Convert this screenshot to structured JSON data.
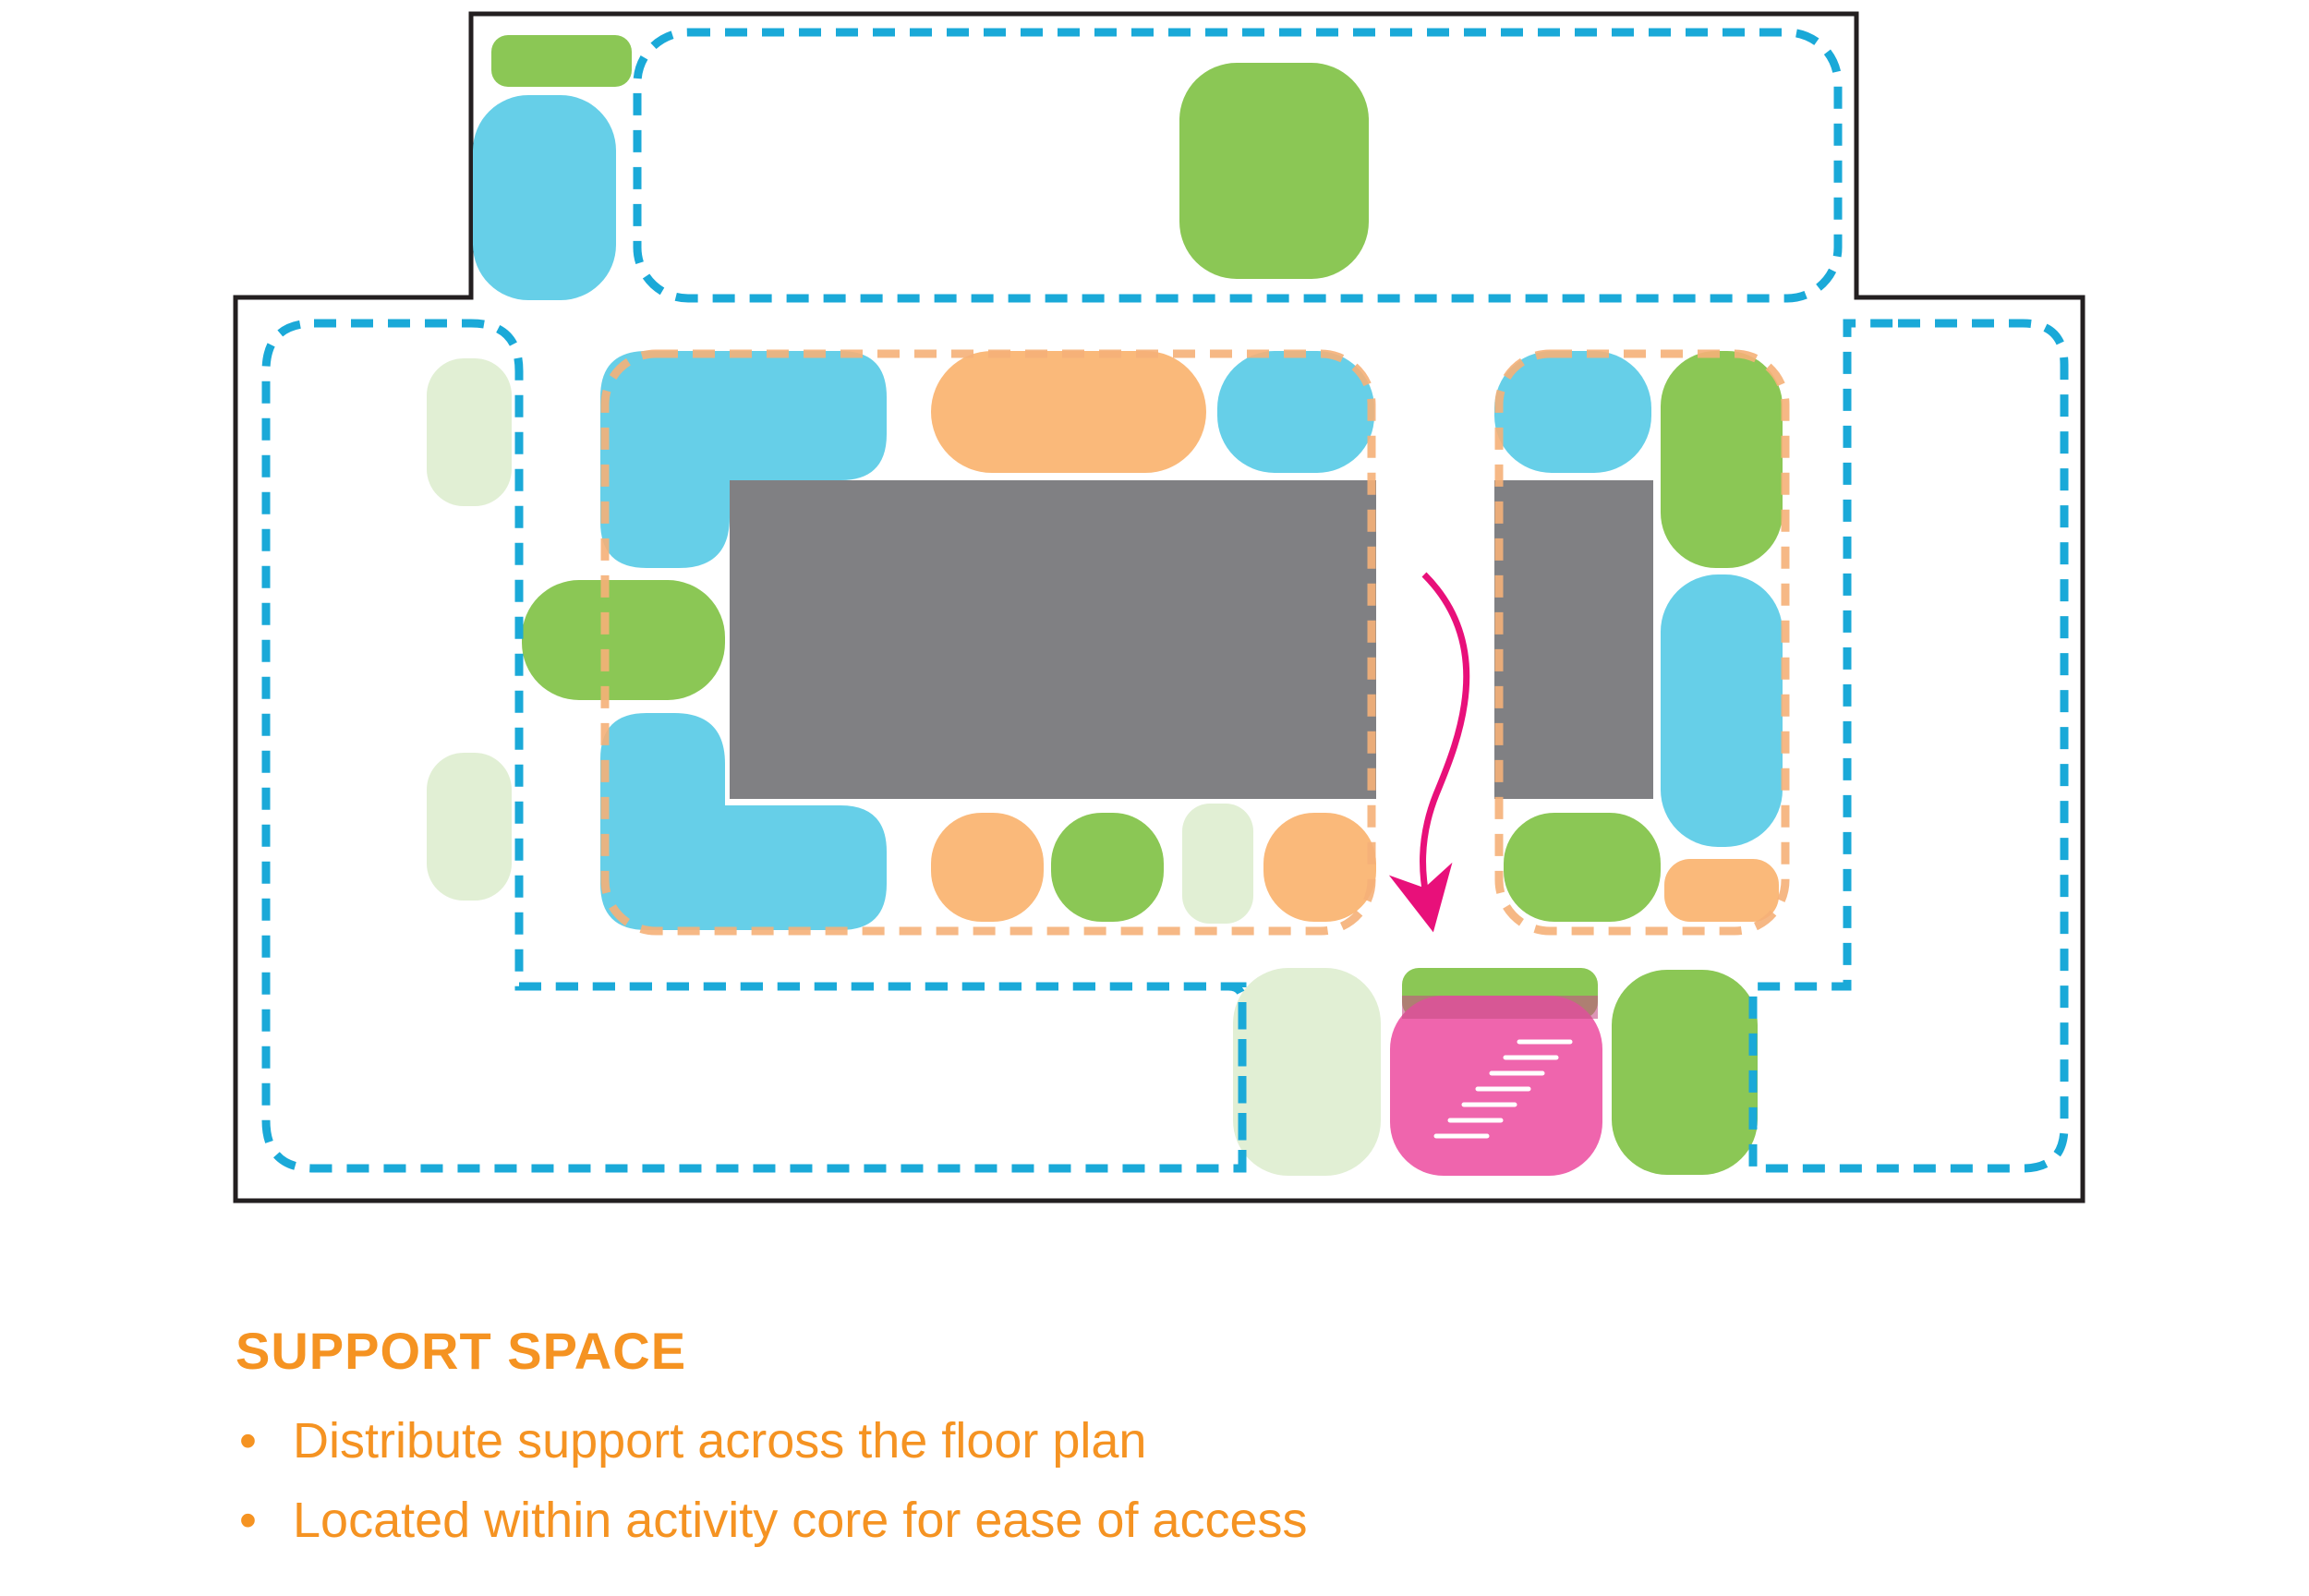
{
  "caption": {
    "title": "SUPPORT SPACE",
    "bullets": [
      "Distribute support across the floor plan",
      "Located within activity core for ease of access"
    ],
    "bullet_glyph": "•"
  },
  "colors": {
    "outline": "#231f20",
    "zone_dash_blue": "#1aa9d8",
    "core_dash_orange": "#f5b078",
    "blue_space": "#66cfe8",
    "green_space": "#8bc755",
    "light_green_space": "#e1efd4",
    "orange_space": "#fab97a",
    "grey_core": "#808083",
    "pink_stair": "#ef65ad",
    "arrow": "#e8107a",
    "caption_text": "#f59322"
  },
  "icons": {
    "circulation_arrow": "curved-arrow-icon",
    "stair": "stair-icon"
  }
}
